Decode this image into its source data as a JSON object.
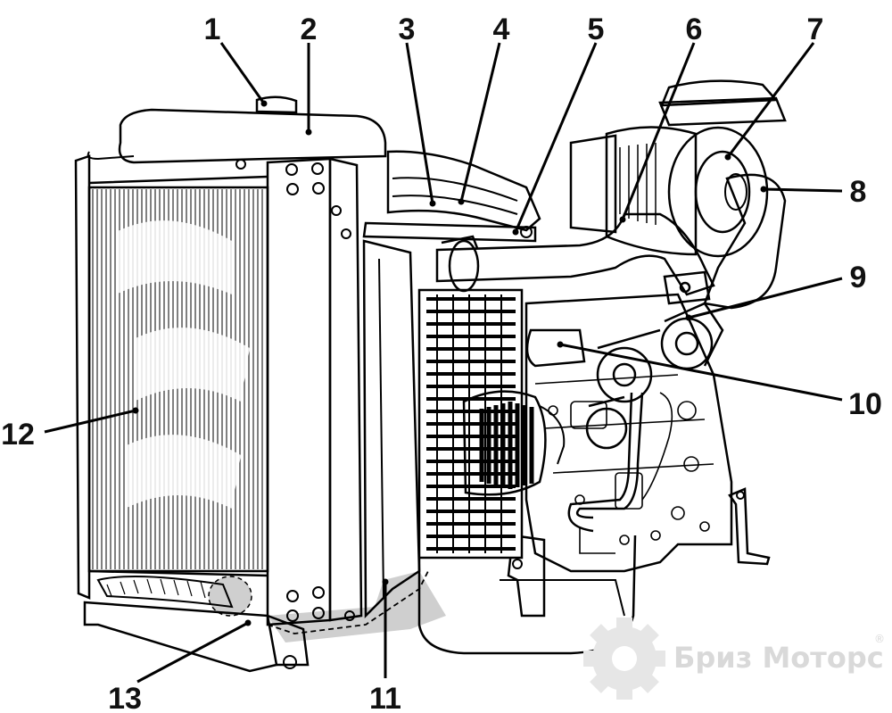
{
  "callouts": [
    {
      "id": 1,
      "label": "1"
    },
    {
      "id": 2,
      "label": "2"
    },
    {
      "id": 3,
      "label": "3"
    },
    {
      "id": 4,
      "label": "4"
    },
    {
      "id": 5,
      "label": "5"
    },
    {
      "id": 6,
      "label": "6"
    },
    {
      "id": 7,
      "label": "7"
    },
    {
      "id": 8,
      "label": "8"
    },
    {
      "id": 9,
      "label": "9"
    },
    {
      "id": 10,
      "label": "10"
    },
    {
      "id": 11,
      "label": "11"
    },
    {
      "id": 12,
      "label": "12"
    },
    {
      "id": 13,
      "label": "13"
    }
  ],
  "watermark": {
    "text": "Бриз Моторс",
    "registered_mark": "®",
    "color": "#d9d9d9"
  },
  "colors": {
    "ink": "#000000",
    "shading": "#cfcfcf",
    "background": "#ffffff"
  }
}
